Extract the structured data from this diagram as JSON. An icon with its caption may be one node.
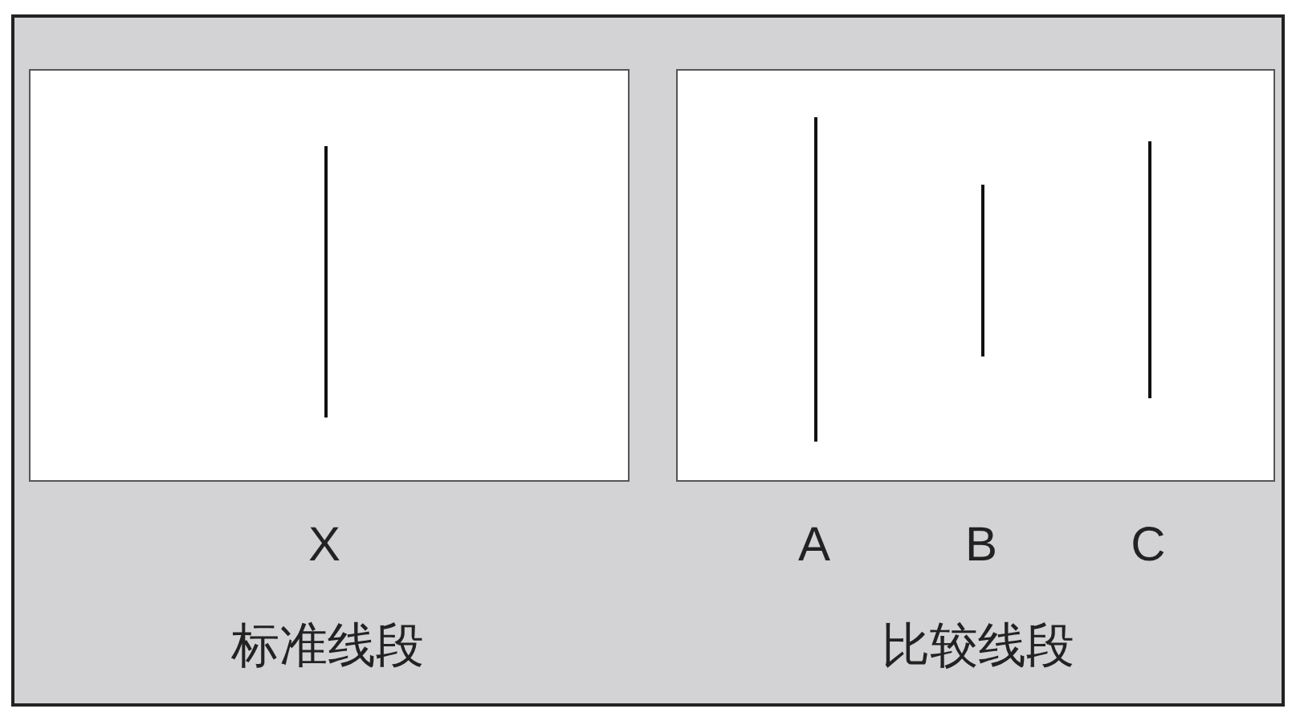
{
  "diagram": {
    "nodes": [
      {
        "text": [],
        "shape": "box"
      },
      {
        "text": [],
        "shape": "box",
        "in": 0,
        "beside": [
          "X",
          "标准线段"
        ]
      },
      {
        "text": [],
        "shape": "box",
        "in": 0,
        "beside": [
          "A",
          "B",
          "C",
          "比较线段"
        ]
      }
    ]
  }
}
